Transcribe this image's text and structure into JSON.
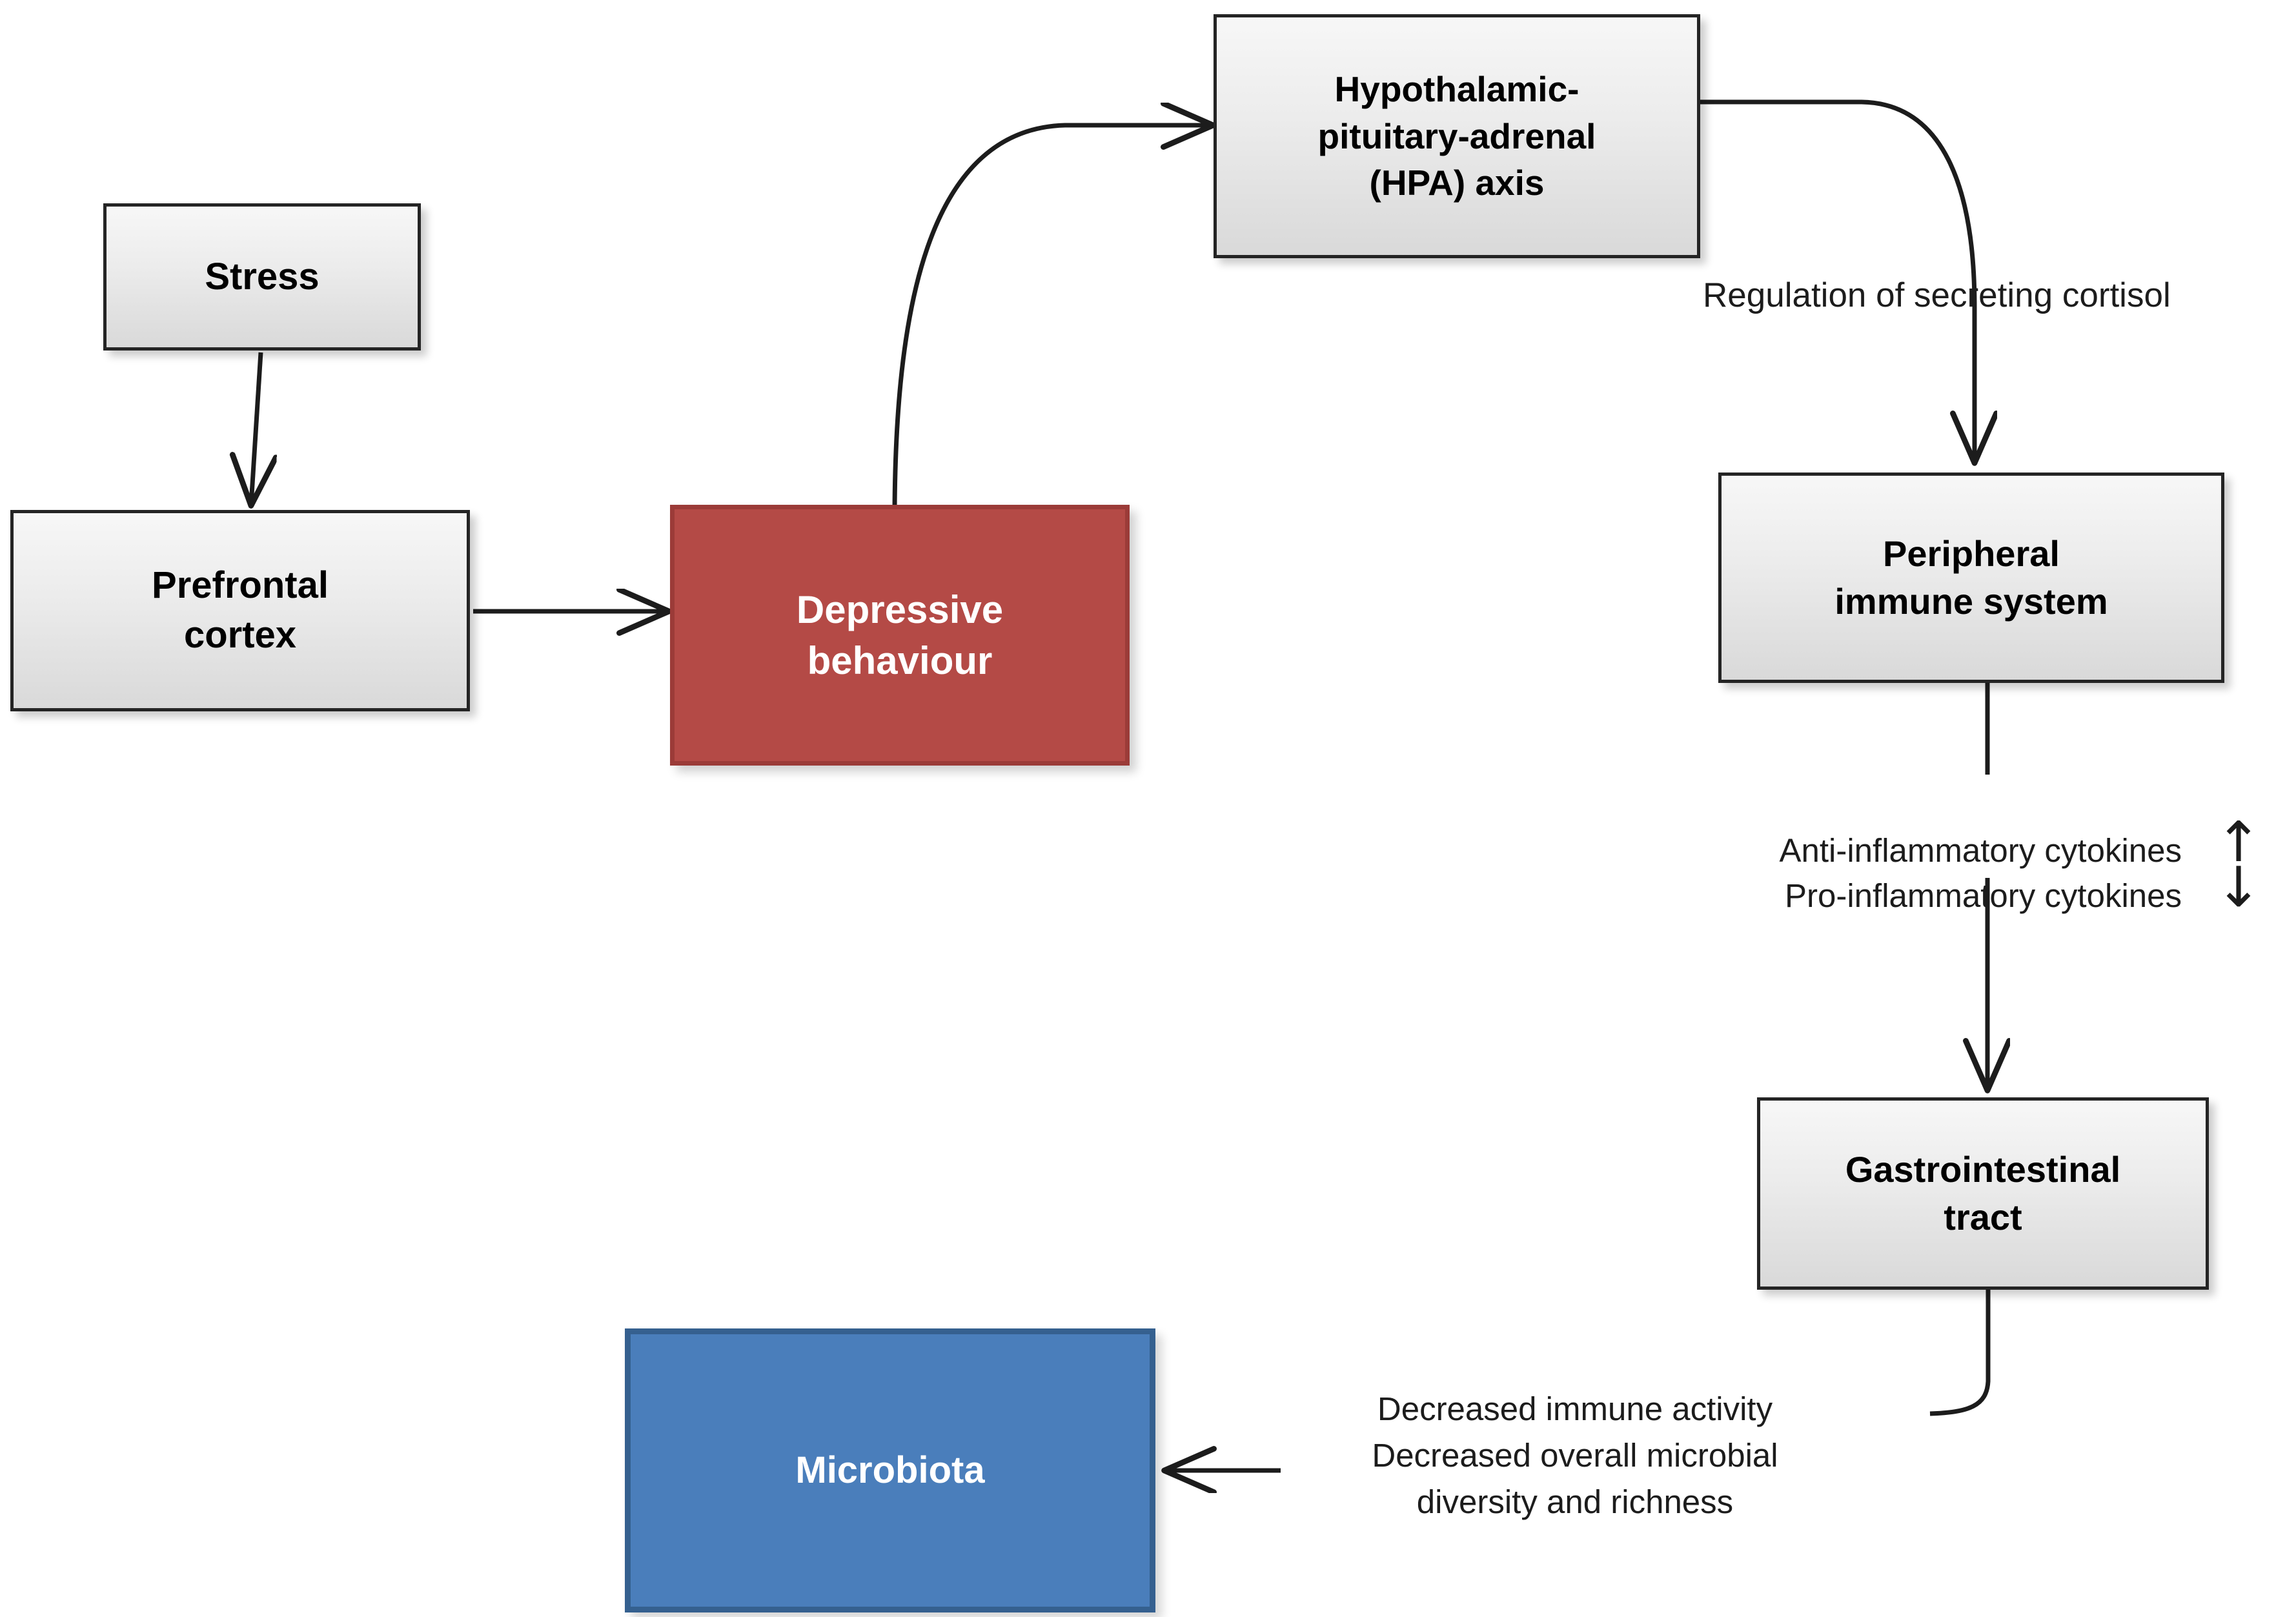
{
  "diagram": {
    "title": "Stress, HPA axis, immune system and microbiota pathway",
    "colors": {
      "grey_box_fill_top": "#f7f7f7",
      "grey_box_fill_bottom": "#d9d9d9",
      "grey_box_border": "#242424",
      "red_box_fill": "#b44a46",
      "red_box_border": "#9b3b38",
      "blue_box_fill": "#4a7ebb",
      "blue_box_border": "#35608f",
      "connector": "#1c1c1c",
      "background": "#ffffff"
    },
    "nodes": [
      {
        "id": "stress",
        "label": "Stress",
        "style": "grey"
      },
      {
        "id": "prefrontal",
        "label": "Prefrontal\ncortex",
        "style": "grey"
      },
      {
        "id": "depressive",
        "label": "Depressive\nbehaviour",
        "style": "red"
      },
      {
        "id": "hpa",
        "label": "Hypothalamic-\npituitary-adrenal\n(HPA) axis",
        "style": "grey"
      },
      {
        "id": "immune",
        "label": "Peripheral\nimmune system",
        "style": "grey"
      },
      {
        "id": "gi",
        "label": "Gastrointestinal\ntract",
        "style": "grey"
      },
      {
        "id": "microbiota",
        "label": "Microbiota",
        "style": "blue"
      }
    ],
    "node_labels": {
      "stress": "Stress",
      "prefrontal_line1": "Prefrontal",
      "prefrontal_line2": "cortex",
      "depressive_line1": "Depressive",
      "depressive_line2": "behaviour",
      "hpa_line1": "Hypothalamic-",
      "hpa_line2": "pituitary-adrenal",
      "hpa_line3": "(HPA) axis",
      "immune_line1": "Peripheral",
      "immune_line2": "immune system",
      "gi_line1": "Gastrointestinal",
      "gi_line2": "tract",
      "microbiota": "Microbiota"
    },
    "edge_labels": {
      "cortisol": "Regulation of secreting cortisol",
      "cytokines_anti": "Anti-inflammatory cytokines",
      "cytokines_pro": "Pro-inflammatory cytokines",
      "arrow_up": "↑",
      "arrow_down": "↓",
      "gut_line1": "Decreased immune activity",
      "gut_line2": "Decreased overall microbial",
      "gut_line3": "diversity and richness"
    },
    "edges": [
      {
        "from": "stress",
        "to": "prefrontal",
        "label": ""
      },
      {
        "from": "prefrontal",
        "to": "depressive",
        "label": ""
      },
      {
        "from": "depressive",
        "to": "hpa",
        "label": ""
      },
      {
        "from": "hpa",
        "to": "immune",
        "label": "Regulation of secreting cortisol"
      },
      {
        "from": "immune",
        "to": "gi",
        "label": "Anti-inflammatory cytokines ↑ / Pro-inflammatory cytokines ↓"
      },
      {
        "from": "gi",
        "to": "microbiota",
        "label": "Decreased immune activity / Decreased overall microbial diversity and richness"
      }
    ]
  }
}
